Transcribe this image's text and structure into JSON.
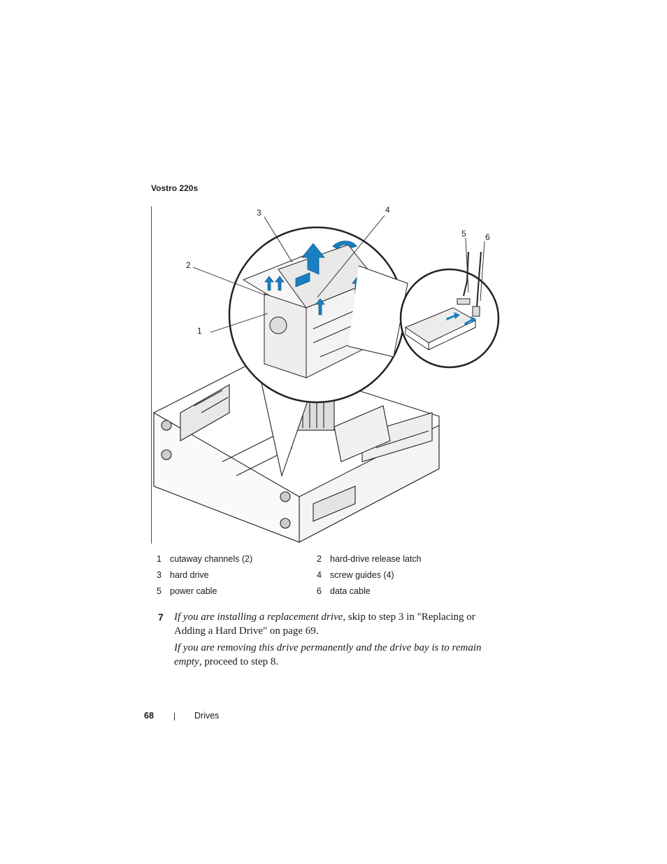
{
  "figure_title": "Vostro 220s",
  "callouts": [
    "1",
    "2",
    "3",
    "4",
    "5",
    "6"
  ],
  "legend": [
    {
      "num": "1",
      "label": "cutaway channels (2)"
    },
    {
      "num": "2",
      "label": "hard-drive release latch"
    },
    {
      "num": "3",
      "label": "hard drive"
    },
    {
      "num": "4",
      "label": "screw guides (4)"
    },
    {
      "num": "5",
      "label": "power cable"
    },
    {
      "num": "6",
      "label": "data cable"
    }
  ],
  "step": {
    "number": "7",
    "line1_italic": "If you are installing a replacement drive",
    "line1_rest": ", skip to step 3 in \"Replacing or Adding a Hard Drive\" on page 69.",
    "line2_italic": "If you are removing this drive permanently and the drive bay is to remain empty",
    "line2_rest": ", proceed to step 8."
  },
  "footer": {
    "page": "68",
    "section": "Drives"
  },
  "colors": {
    "accent_rule": "#c8102e",
    "arrow_blue": "#1a7fc1"
  }
}
